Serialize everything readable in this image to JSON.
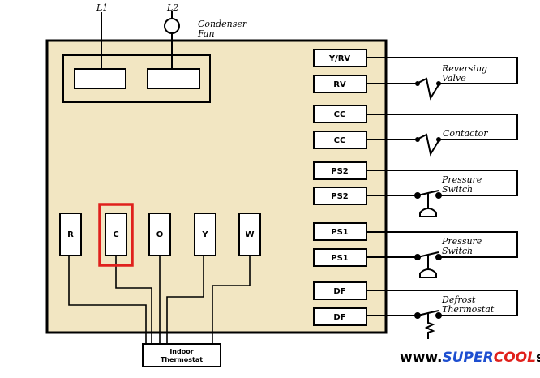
{
  "supply": {
    "l1": "L1",
    "l2": "L2",
    "fan_label_1": "Condenser",
    "fan_label_2": "Fan"
  },
  "left_terminals": [
    "R",
    "C",
    "O",
    "Y",
    "W"
  ],
  "right_terminals": [
    "Y/RV",
    "RV",
    "CC",
    "CC",
    "PS2",
    "PS2",
    "PS1",
    "PS1",
    "DF",
    "DF"
  ],
  "components": {
    "reversing_valve": [
      "Reversing",
      "Valve"
    ],
    "contactor": [
      "Contactor"
    ],
    "pressure_switch_2": [
      "Pressure",
      "Switch"
    ],
    "pressure_switch_1": [
      "Pressure",
      "Switch"
    ],
    "defrost_thermostat": [
      "Defrost",
      "Thermostat"
    ]
  },
  "indoor_thermostat": [
    "Indoor",
    "Thermostat"
  ],
  "watermark": {
    "prefix": "www.",
    "brand_blue": "SUPER",
    "brand_red": "COOL",
    "suffix": "slider"
  },
  "colors": {
    "board": "#f2e6c2",
    "highlight": "#e0211c",
    "brand_blue": "#1e4fd0",
    "brand_red": "#e0211c"
  },
  "highlighted_terminal": "C"
}
